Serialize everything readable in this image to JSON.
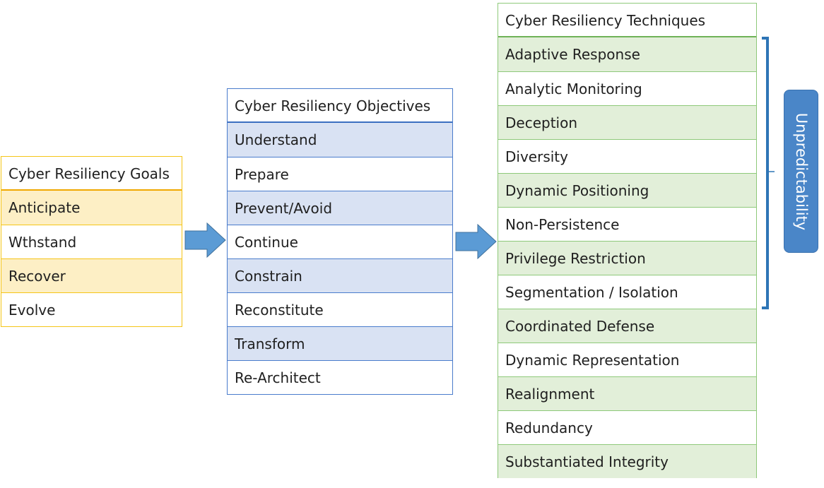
{
  "goals": {
    "header": "Cyber Resiliency Goals",
    "items": [
      "Anticipate",
      "Wthstand",
      "Recover",
      "Evolve"
    ]
  },
  "objectives": {
    "header": "Cyber Resiliency Objectives",
    "items": [
      "Understand",
      "Prepare",
      "Prevent/Avoid",
      "Continue",
      "Constrain",
      "Reconstitute",
      "Transform",
      "Re-Architect"
    ]
  },
  "techniques": {
    "header": "Cyber Resiliency Techniques",
    "items": [
      "Adaptive Response",
      "Analytic Monitoring",
      "Deception",
      "Diversity",
      "Dynamic Positioning",
      "Non-Persistence",
      "Privilege Restriction",
      "Segmentation / Isolation",
      "Coordinated Defense",
      "Dynamic Representation",
      "Realignment",
      "Redundancy",
      "Substantiated Integrity"
    ]
  },
  "bracket_label": "Unpredictability",
  "colors": {
    "goals_shade": "#fdefc5",
    "goals_border": "#f5c518",
    "objectives_shade": "#d9e2f3",
    "objectives_border": "#4a7ccc",
    "techniques_shade": "#e2efd9",
    "techniques_border": "#8ec97a",
    "arrow": "#5b9bd5",
    "bracket": "#2e75b6"
  }
}
